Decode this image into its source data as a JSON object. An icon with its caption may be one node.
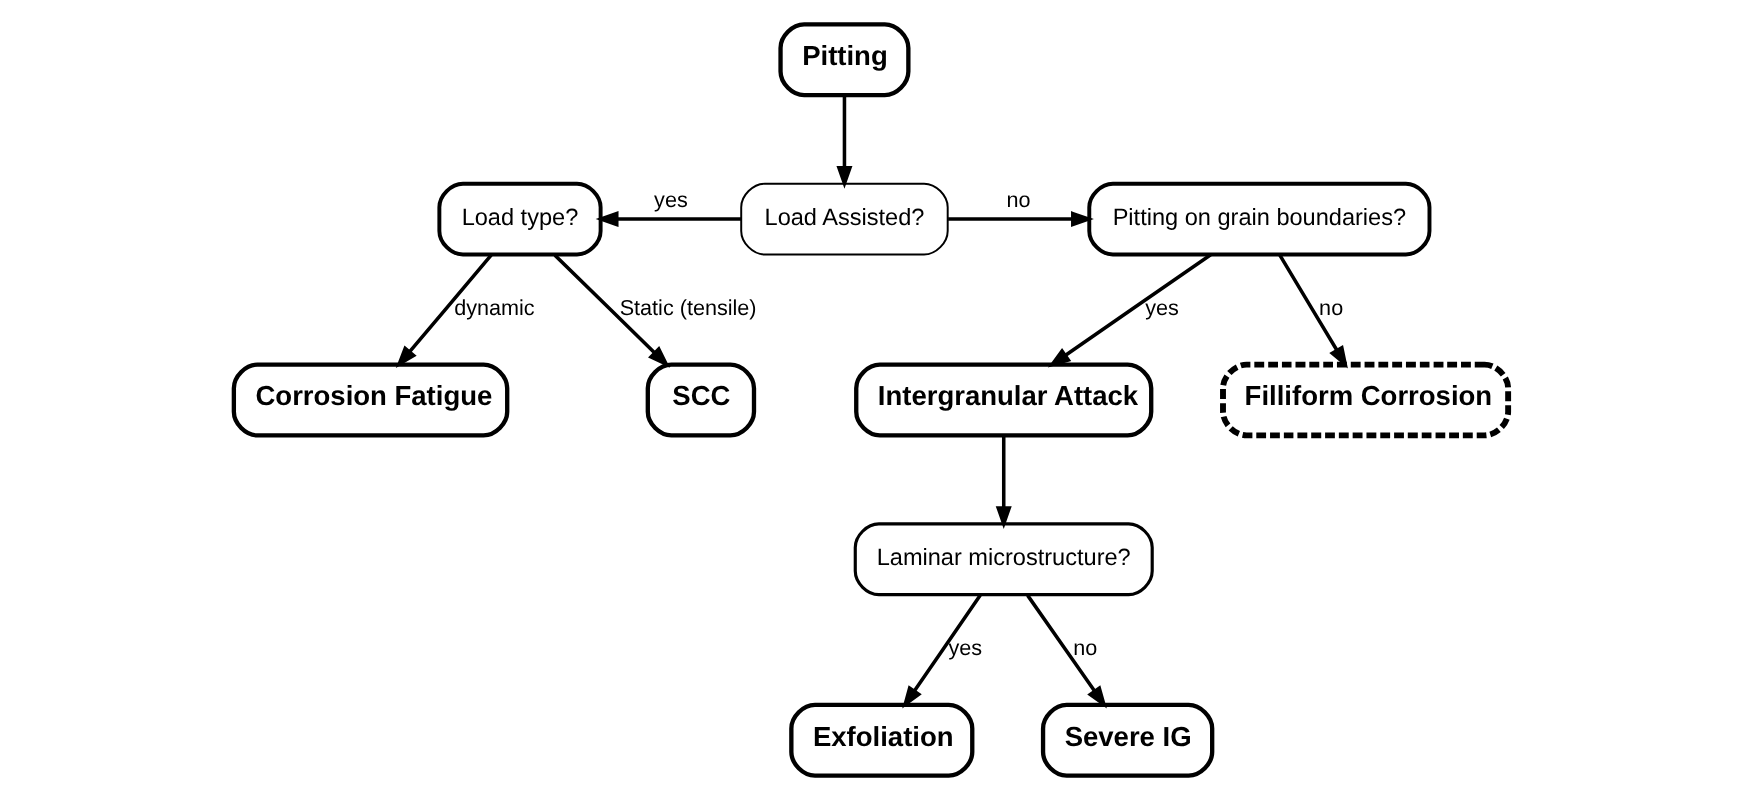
{
  "diagram": {
    "nodes": [
      {
        "text": [
          "Pitting"
        ]
      },
      {
        "text": [
          "Load Assisted?"
        ]
      },
      {
        "text": [
          "Load type?"
        ]
      },
      {
        "text": [
          "Pitting on grain boundaries?"
        ]
      },
      {
        "text": [
          "Intergranular Attack"
        ]
      },
      {
        "text": [
          "Laminar microstructure?"
        ]
      },
      {
        "text": [
          "Corrosion Fatigue"
        ]
      },
      {
        "text": [
          "SCC"
        ]
      },
      {
        "text": [
          "Exfoliation"
        ]
      },
      {
        "text": [
          "Severe IG"
        ]
      },
      {
        "text": [
          "Filliform Corrosion"
        ]
      }
    ],
    "edges": [
      {
        "from": 0,
        "to": 1,
        "arrow": "to"
      },
      {
        "from": 1,
        "to": 2,
        "arrow": "to",
        "label": "yes"
      },
      {
        "from": 1,
        "to": 3,
        "arrow": "to",
        "label": "no"
      },
      {
        "from": 2,
        "to": 6,
        "arrow": "to",
        "label": "dynamic"
      },
      {
        "from": 2,
        "to": 7,
        "arrow": "to",
        "label": "Static (tensile)"
      },
      {
        "from": 3,
        "to": 4,
        "arrow": "to",
        "label": "yes"
      },
      {
        "from": 3,
        "to": 10,
        "arrow": "to",
        "label": "no"
      },
      {
        "from": 4,
        "to": 5,
        "arrow": "to"
      },
      {
        "from": 5,
        "to": 8,
        "arrow": "to",
        "label": "yes"
      },
      {
        "from": 5,
        "to": 9,
        "arrow": "to",
        "label": "no"
      }
    ]
  }
}
